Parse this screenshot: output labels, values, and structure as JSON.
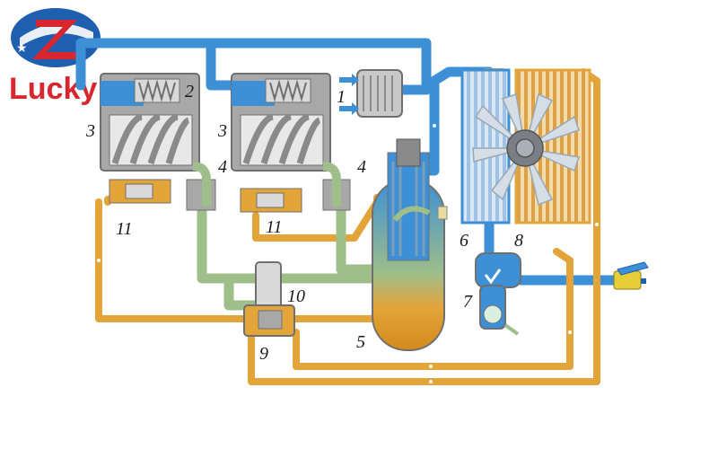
{
  "brand": {
    "name": "Lucky",
    "colors": {
      "red": "#d8262e",
      "blue": "#1f5fb0"
    }
  },
  "diagram": {
    "labels": {
      "n1": "1",
      "n2": "2",
      "n3a": "3",
      "n3b": "3",
      "n4a": "4",
      "n4b": "4",
      "n5": "5",
      "n6": "6",
      "n7": "7",
      "n8": "8",
      "n9": "9",
      "n10": "10",
      "n11a": "11",
      "n11b": "11"
    },
    "colors": {
      "air_pipe": "#3d8fd6",
      "oil_pipe": "#e3a43a",
      "oil_air_pipe": "#9ebe8a",
      "casing": "#a8a8a8",
      "casing_dark": "#6f6f6f",
      "oil_fill": "#e3a43a",
      "fan": "#d5dde6"
    }
  }
}
